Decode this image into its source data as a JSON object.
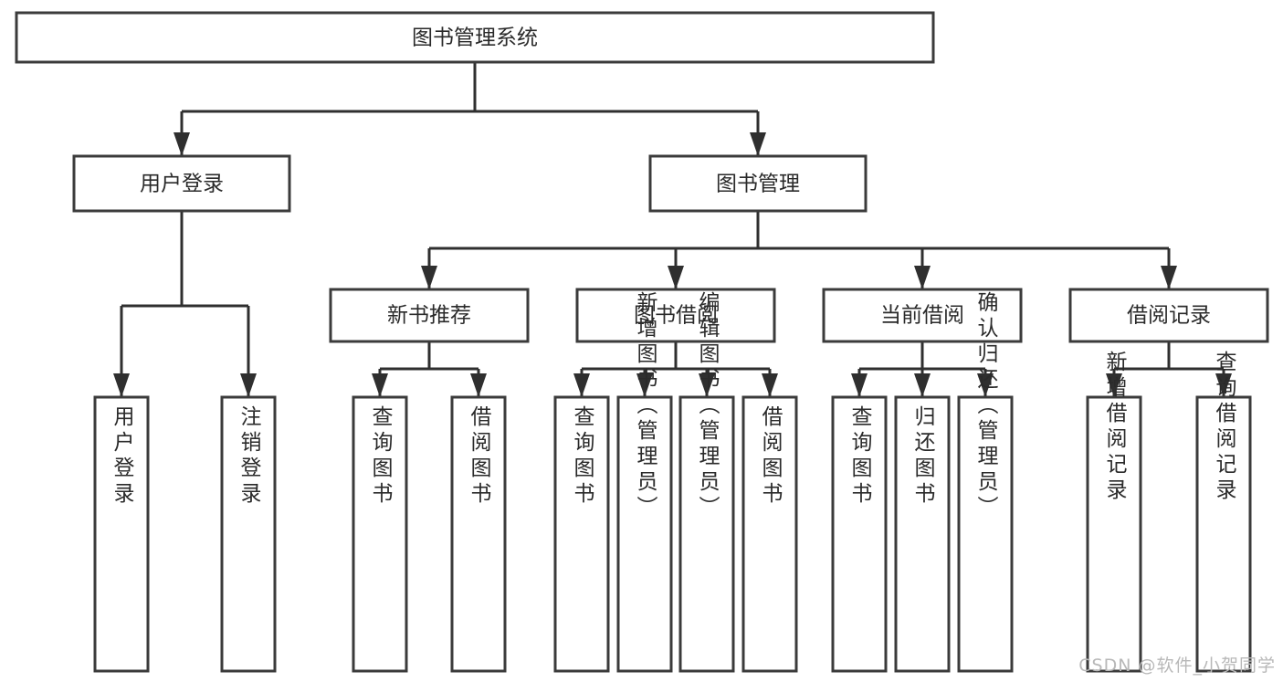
{
  "diagram": {
    "type": "tree",
    "title": "图书管理系统",
    "orientation": "top-down",
    "colors": {
      "box_stroke": "#3b3b3b",
      "box_fill": "#ffffff",
      "connector": "#2f2f2f",
      "text": "#2a2a2a",
      "watermark": "#b8b8b8",
      "background": "#ffffff"
    },
    "nodes": {
      "root": {
        "label": "图书管理系统",
        "level": 1
      },
      "l2": [
        {
          "label": "用户登录",
          "level": 2
        },
        {
          "label": "图书管理",
          "level": 2
        }
      ],
      "l3": [
        {
          "label": "新书推荐",
          "level": 3
        },
        {
          "label": "图书借阅",
          "level": 3
        },
        {
          "label": "当前借阅",
          "level": 3
        },
        {
          "label": "借阅记录",
          "level": 3
        }
      ],
      "leaves_user_login": [
        {
          "label": "用户登录",
          "level": 3
        },
        {
          "label": "注销登录",
          "level": 3
        }
      ],
      "leaves_new_books": [
        {
          "label": "查询图书",
          "level": 4
        },
        {
          "label": "借阅图书",
          "level": 4
        }
      ],
      "leaves_borrow": [
        {
          "label": "查询图书",
          "level": 4
        },
        {
          "label": "新增图书（管理员）",
          "level": 4
        },
        {
          "label": "编辑图书（管理员）",
          "level": 4
        },
        {
          "label": "借阅图书",
          "level": 4
        }
      ],
      "leaves_current": [
        {
          "label": "查询图书",
          "level": 4
        },
        {
          "label": "归还图书",
          "level": 4
        },
        {
          "label": "确认归还（管理员）",
          "level": 4
        }
      ],
      "leaves_records": [
        {
          "label": "新增借阅记录",
          "level": 4
        },
        {
          "label": "查询借阅记录",
          "level": 4
        }
      ]
    },
    "edges": [
      {
        "from": "图书管理系统",
        "to": "用户登录"
      },
      {
        "from": "图书管理系统",
        "to": "图书管理"
      },
      {
        "from": "用户登录",
        "to": "用户登录"
      },
      {
        "from": "用户登录",
        "to": "注销登录"
      },
      {
        "from": "图书管理",
        "to": "新书推荐"
      },
      {
        "from": "图书管理",
        "to": "图书借阅"
      },
      {
        "from": "图书管理",
        "to": "当前借阅"
      },
      {
        "from": "图书管理",
        "to": "借阅记录"
      },
      {
        "from": "新书推荐",
        "to": "查询图书"
      },
      {
        "from": "新书推荐",
        "to": "借阅图书"
      },
      {
        "from": "图书借阅",
        "to": "查询图书"
      },
      {
        "from": "图书借阅",
        "to": "新增图书（管理员）"
      },
      {
        "from": "图书借阅",
        "to": "编辑图书（管理员）"
      },
      {
        "from": "图书借阅",
        "to": "借阅图书"
      },
      {
        "from": "当前借阅",
        "to": "查询图书"
      },
      {
        "from": "当前借阅",
        "to": "归还图书"
      },
      {
        "from": "当前借阅",
        "to": "确认归还（管理员）"
      },
      {
        "from": "借阅记录",
        "to": "新增借阅记录"
      },
      {
        "from": "借阅记录",
        "to": "查询借阅记录"
      }
    ]
  },
  "watermark": {
    "text": "CSDN @软件_小贺同学"
  }
}
